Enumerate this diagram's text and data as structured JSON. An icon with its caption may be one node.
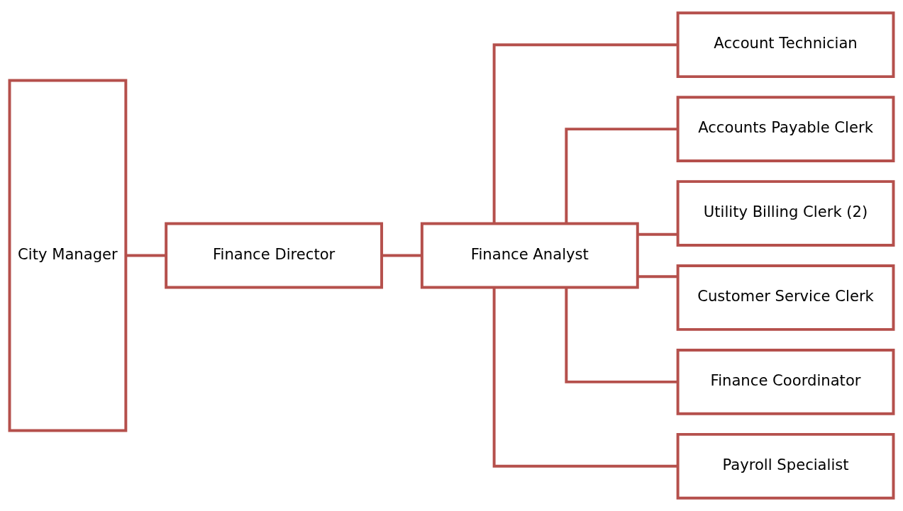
{
  "diagram": {
    "nodes": [
      {
        "text": [
          "City Manager"
        ]
      },
      {
        "text": [
          "Finance Director"
        ]
      },
      {
        "text": [
          "Finance Analyst"
        ]
      },
      {
        "text": [
          "Account Technician"
        ]
      },
      {
        "text": [
          "Accounts Payable Clerk"
        ]
      },
      {
        "text": [
          "Utility Billing Clerk (2)"
        ]
      },
      {
        "text": [
          "Customer Service Clerk"
        ]
      },
      {
        "text": [
          "Finance Coordinator"
        ]
      },
      {
        "text": [
          "Payroll Specialist"
        ]
      }
    ],
    "edges": [
      {
        "from": 0,
        "to": 1,
        "arrow": "none"
      },
      {
        "from": 1,
        "to": 2,
        "arrow": "none"
      },
      {
        "from": 2,
        "to": 3,
        "arrow": "none"
      },
      {
        "from": 2,
        "to": 4,
        "arrow": "none"
      },
      {
        "from": 2,
        "to": 5,
        "arrow": "none"
      },
      {
        "from": 2,
        "to": 6,
        "arrow": "none"
      },
      {
        "from": 2,
        "to": 7,
        "arrow": "none"
      },
      {
        "from": 2,
        "to": 8,
        "arrow": "none"
      }
    ]
  }
}
